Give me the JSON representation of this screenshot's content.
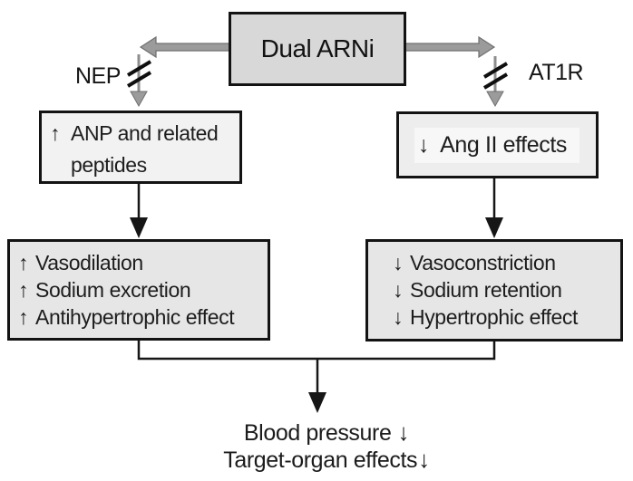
{
  "diagram": {
    "title_box": {
      "label": "Dual ARNi"
    },
    "receptors": {
      "left": "NEP",
      "right": "AT1R"
    },
    "anp_box": {
      "arrow": "↑",
      "line1": "ANP and related",
      "line2": "peptides"
    },
    "ang_box": {
      "arrow": "↓",
      "label": "Ang II effects"
    },
    "left_effects": {
      "items": [
        {
          "arrow": "↑",
          "label": "Vasodilation"
        },
        {
          "arrow": "↑",
          "label": "Sodium excretion"
        },
        {
          "arrow": "↑",
          "label": "Antihypertrophic effect"
        }
      ]
    },
    "right_effects": {
      "items": [
        {
          "arrow": "↓",
          "label": "Vasoconstriction"
        },
        {
          "arrow": "↓",
          "label": "Sodium retention"
        },
        {
          "arrow": "↓",
          "label": "Hypertrophic effect"
        }
      ]
    },
    "outcomes": {
      "line1": {
        "label": "Blood pressure",
        "arrow": "↓"
      },
      "line2": {
        "label": "Target-organ effects",
        "arrow": "↓"
      }
    },
    "colors": {
      "title_fill": "#d8d8d8",
      "small_box_fill": "#f2f2f2",
      "effects_fill": "#e6e6e6",
      "border": "#131313",
      "gray_arrow": "#9b9b9b",
      "black_arrow": "#161616"
    }
  }
}
